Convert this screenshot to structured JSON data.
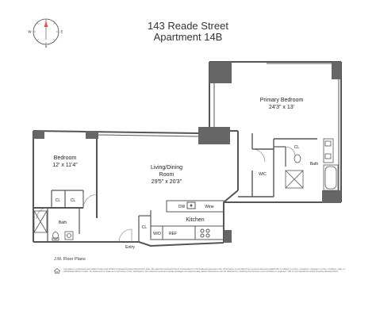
{
  "header": {
    "address": "143 Reade Street",
    "unit": "Apartment 14B"
  },
  "compass": {
    "north_label": "N",
    "labels": [
      "E",
      "S",
      "W"
    ],
    "accent_color": "#d9534f"
  },
  "rooms": {
    "primary_bedroom": {
      "name": "Primary Bedroom",
      "dims": "24'3\" x 13'"
    },
    "bedroom": {
      "name": "Bedroom",
      "dims": "12' x 11'4\""
    },
    "living_dining": {
      "name_line1": "Living/Dining",
      "name_line2": "Room",
      "dims": "29'5\" x 20'3\""
    },
    "kitchen": {
      "name": "Kitchen"
    },
    "bath_right": "Bath",
    "bath_left": "Bath",
    "wic": "WIC",
    "closet": "CL",
    "dw": "DW",
    "wine": "Wine",
    "wd": "W/D",
    "ref": "REF",
    "entry": "Entry"
  },
  "footer": {
    "credit": "J.M. Floor Plans",
    "disclaimer": "Compass is a licensed real estate broker and abides by Equal Housing Opportunity laws. All material presented herein is intended for informational purposes only. Information is compiled from sources deemed reliable but is subject to errors, omissions, changes in price, condition, sale, or withdrawal without notice. No statement is made as to accuracy of any description. All measurements and square footages are approximate. Exact dimensions can be obtained by retaining the services of an architect or engineer. This is not intended to solicit property already listed."
  }
}
